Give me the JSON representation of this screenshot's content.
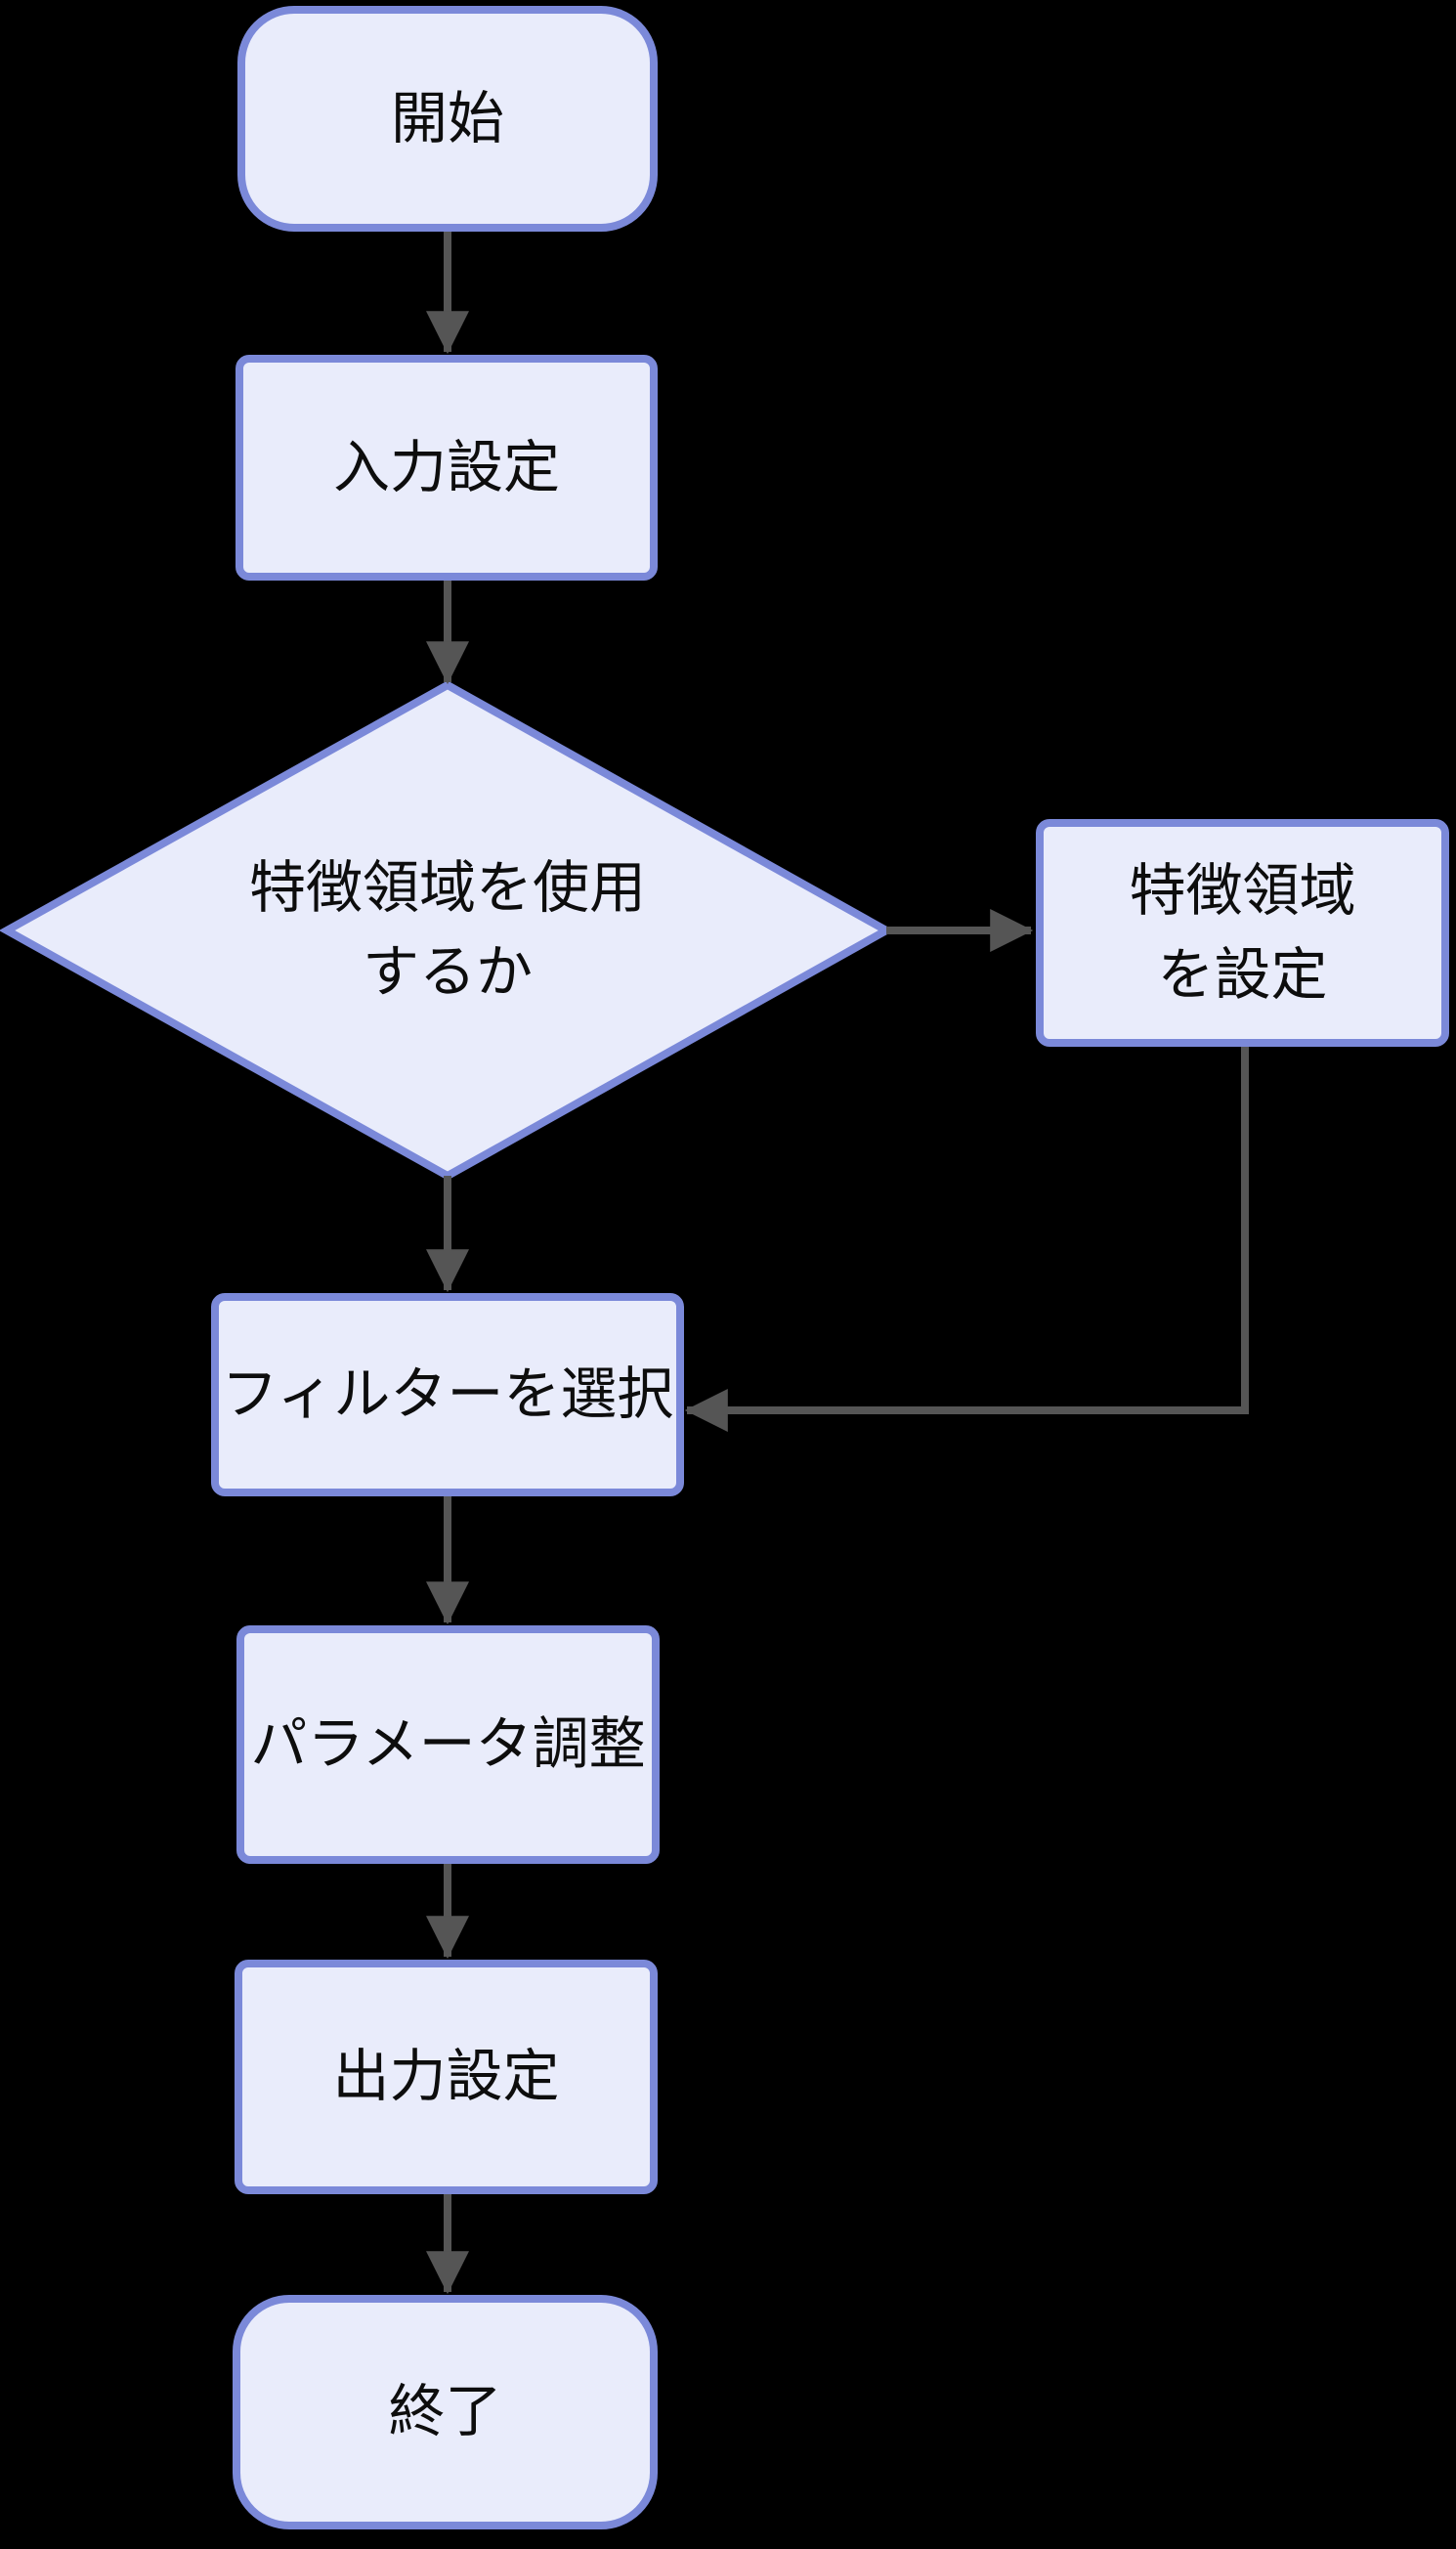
{
  "diagram": {
    "type": "flowchart",
    "direction": "top-down",
    "background_color": "#000000",
    "node_fill_color": "#E9ECFB",
    "node_border_color": "#7B89D9",
    "arrow_color": "#555555",
    "text_color": "#0d0d0d",
    "nodes": {
      "start": {
        "label": "開始",
        "shape": "rounded"
      },
      "input": {
        "label": "入力設定",
        "shape": "rect"
      },
      "decision": {
        "label": "特徴領域を使用\nするか",
        "shape": "diamond"
      },
      "set_region": {
        "label": "特徴領域\nを設定",
        "shape": "rect"
      },
      "select_filter": {
        "label": "フィルターを選択",
        "shape": "rect"
      },
      "adjust_params": {
        "label": "パラメータ調整",
        "shape": "rect"
      },
      "output": {
        "label": "出力設定",
        "shape": "rect"
      },
      "end": {
        "label": "終了",
        "shape": "rounded"
      }
    },
    "edges": [
      {
        "from": "start",
        "to": "input",
        "label": ""
      },
      {
        "from": "input",
        "to": "decision",
        "label": ""
      },
      {
        "from": "decision",
        "to": "set_region",
        "label": ""
      },
      {
        "from": "decision",
        "to": "select_filter",
        "label": ""
      },
      {
        "from": "set_region",
        "to": "select_filter",
        "label": ""
      },
      {
        "from": "select_filter",
        "to": "adjust_params",
        "label": ""
      },
      {
        "from": "adjust_params",
        "to": "output",
        "label": ""
      },
      {
        "from": "output",
        "to": "end",
        "label": ""
      }
    ]
  }
}
